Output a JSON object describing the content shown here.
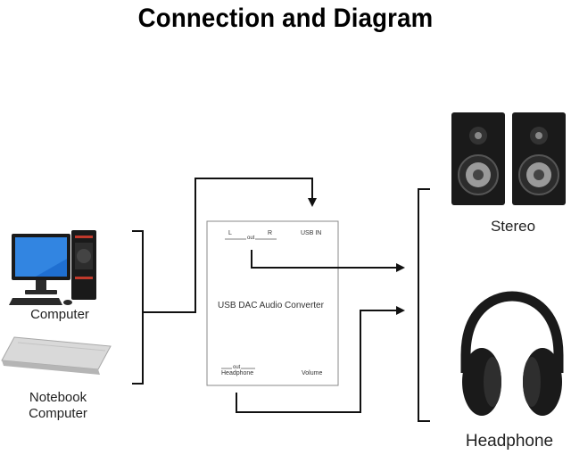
{
  "title": "Connection and Diagram",
  "inputs": {
    "computer_label": "Computer",
    "notebook_label_line1": "Notebook",
    "notebook_label_line2": "Computer"
  },
  "converter": {
    "name": "USB DAC Audio Converter",
    "left_channel": "L",
    "right_channel": "R",
    "out_top": "out",
    "usb_in": "USB IN",
    "out_bottom": "out",
    "headphone_port": "Headphone",
    "volume": "Volume"
  },
  "outputs": {
    "stereo_label": "Stereo",
    "headphone_label": "Headphone"
  },
  "colors": {
    "line": "#111111",
    "device_dark": "#1a1a1a",
    "screen_blue": "#1f6fd1"
  }
}
